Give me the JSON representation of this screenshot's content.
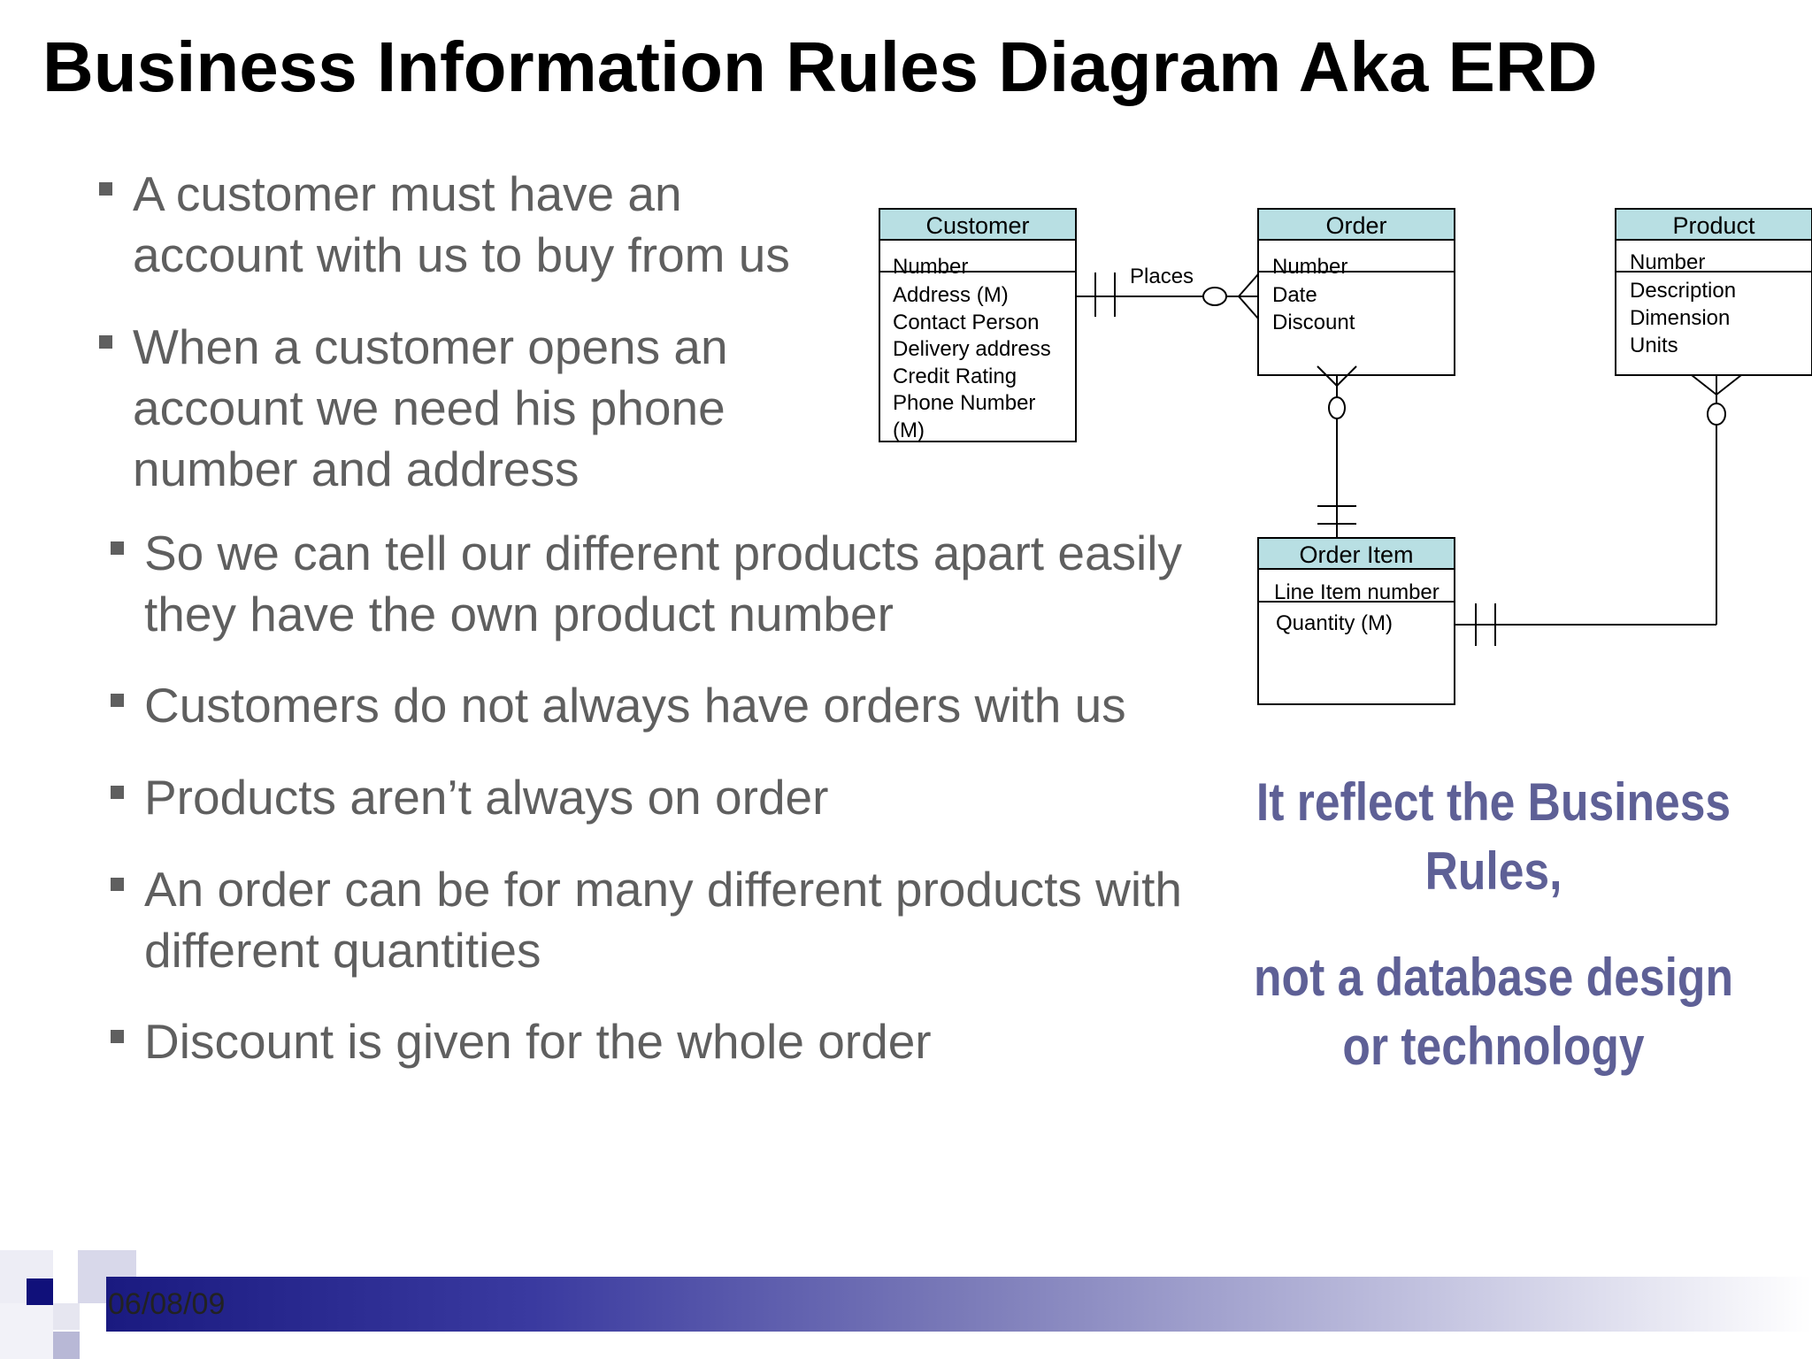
{
  "title": "Business Information Rules Diagram Aka ERD",
  "bullets": [
    {
      "lines": [
        "A customer must have an",
        "account with us to buy from us"
      ]
    },
    {
      "lines": [
        "When a customer opens an",
        "account we need his phone",
        "number and address"
      ]
    },
    {
      "lines": [
        "So we can tell our different products apart easily",
        "they have the own product number"
      ]
    },
    {
      "lines": [
        "Customers do not always have orders with us"
      ]
    },
    {
      "lines": [
        "Products aren’t always on order"
      ]
    },
    {
      "lines": [
        "An order can be for many different products with",
        "different quantities"
      ]
    },
    {
      "lines": [
        "Discount is given for the whole order"
      ]
    }
  ],
  "erd": {
    "customer": {
      "name": "Customer",
      "key": "Number",
      "attributes": [
        "Address (M)",
        "Contact Person",
        "Delivery address",
        "Credit Rating",
        "Phone Number",
        "(M)"
      ]
    },
    "order": {
      "name": "Order",
      "key": "Number",
      "attributes": [
        "Date",
        "Discount"
      ]
    },
    "product": {
      "name": "Product",
      "key": "Number",
      "attributes": [
        "Description",
        "Dimension",
        "Units"
      ]
    },
    "order_item": {
      "name": "Order Item",
      "key": "Line Item number",
      "attributes": [
        "Quantity (M)"
      ]
    },
    "relationship_label": "Places",
    "header_color": "#b8dfe3"
  },
  "callout": {
    "line1": "It reflect the Business",
    "line2": "Rules,",
    "line3": "not a database design",
    "line4": "or technology",
    "color": "#5e6096"
  },
  "footer": {
    "date": "06/08/09"
  }
}
